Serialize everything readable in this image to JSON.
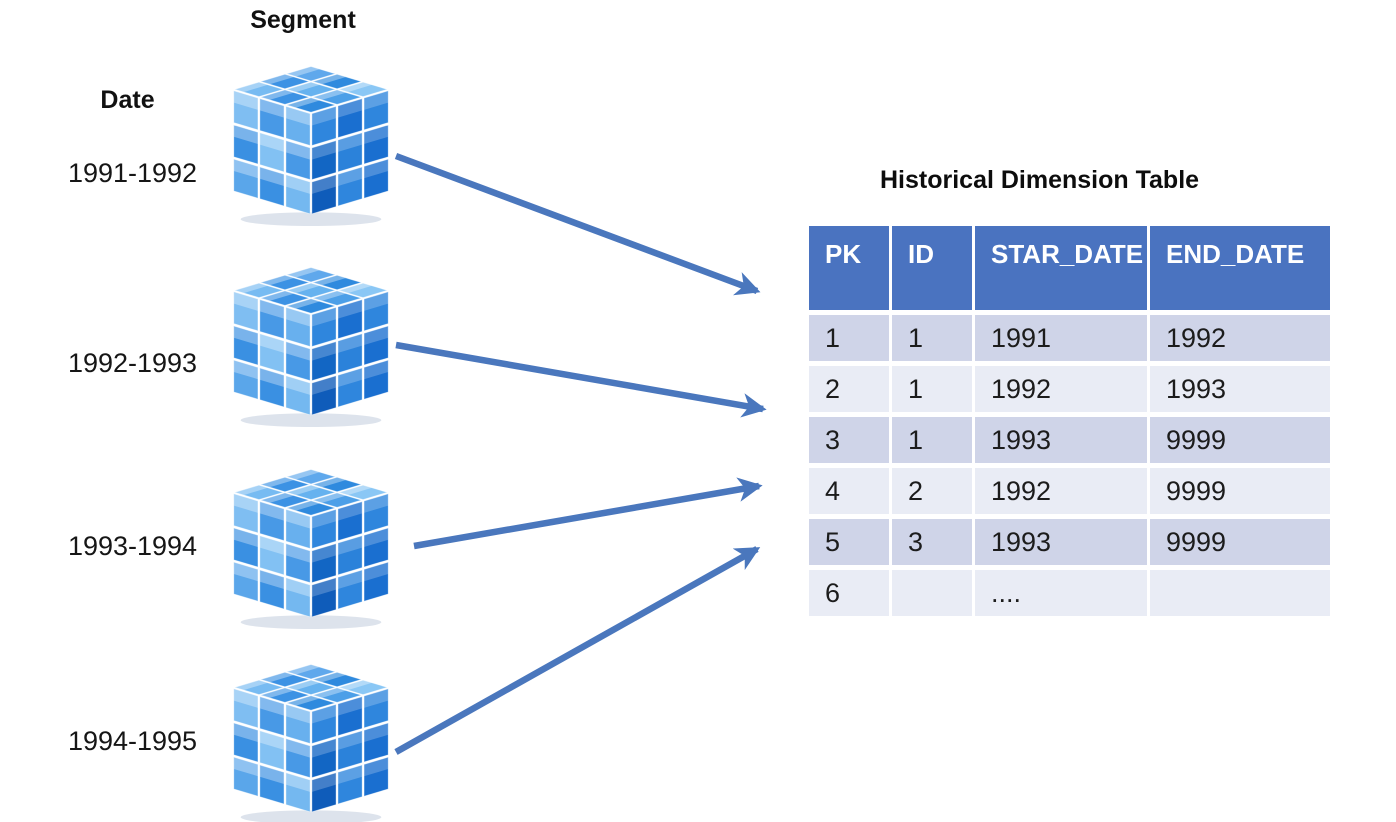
{
  "diagram": {
    "segment_label": "Segment",
    "date_label": "Date",
    "segments": [
      {
        "range": "1991-1992"
      },
      {
        "range": "1992-1993"
      },
      {
        "range": "1993-1994"
      },
      {
        "range": "1994-1995"
      }
    ]
  },
  "table": {
    "title": "Historical Dimension Table",
    "columns": [
      "PK",
      "ID",
      "STAR_DATE",
      "END_DATE"
    ],
    "rows": [
      [
        "1",
        "1",
        "1991",
        "1992"
      ],
      [
        "2",
        "1",
        "1992",
        "1993"
      ],
      [
        "3",
        "1",
        "1993",
        "9999"
      ],
      [
        "4",
        "2",
        "1992",
        "9999"
      ],
      [
        "5",
        "3",
        "1993",
        "9999"
      ],
      [
        "6",
        "",
        "....",
        ""
      ]
    ]
  },
  "colors": {
    "header_blue": "#4a73c0",
    "header_text": "#ffffff",
    "row_dark": "#cfd4e8",
    "row_light": "#e9ecf5",
    "body_text": "#1c1c1c",
    "arrow_blue": "#4a77bd",
    "cube_blue_light": "#7fbef2",
    "cube_blue_mid": "#2f86dd",
    "cube_blue_deep": "#1266c4"
  }
}
